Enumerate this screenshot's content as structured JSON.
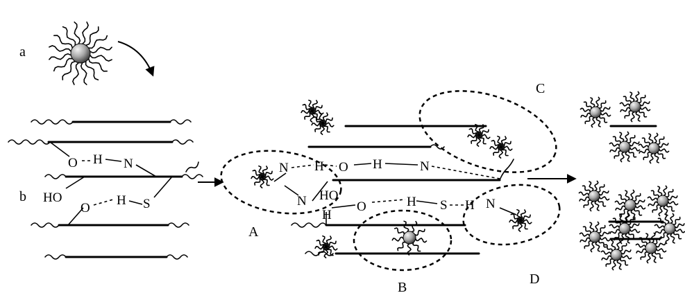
{
  "panel_labels": {
    "a": "a",
    "b": "b"
  },
  "region_labels": {
    "A": "A",
    "B": "B",
    "C": "C",
    "D": "D"
  },
  "atoms": {
    "O": "O",
    "H": "H",
    "N": "N",
    "S": "S",
    "HO": "HO"
  },
  "colors": {
    "line": "#000000",
    "particle_light": "#f2f2f2",
    "particle_dark": "#555555"
  }
}
